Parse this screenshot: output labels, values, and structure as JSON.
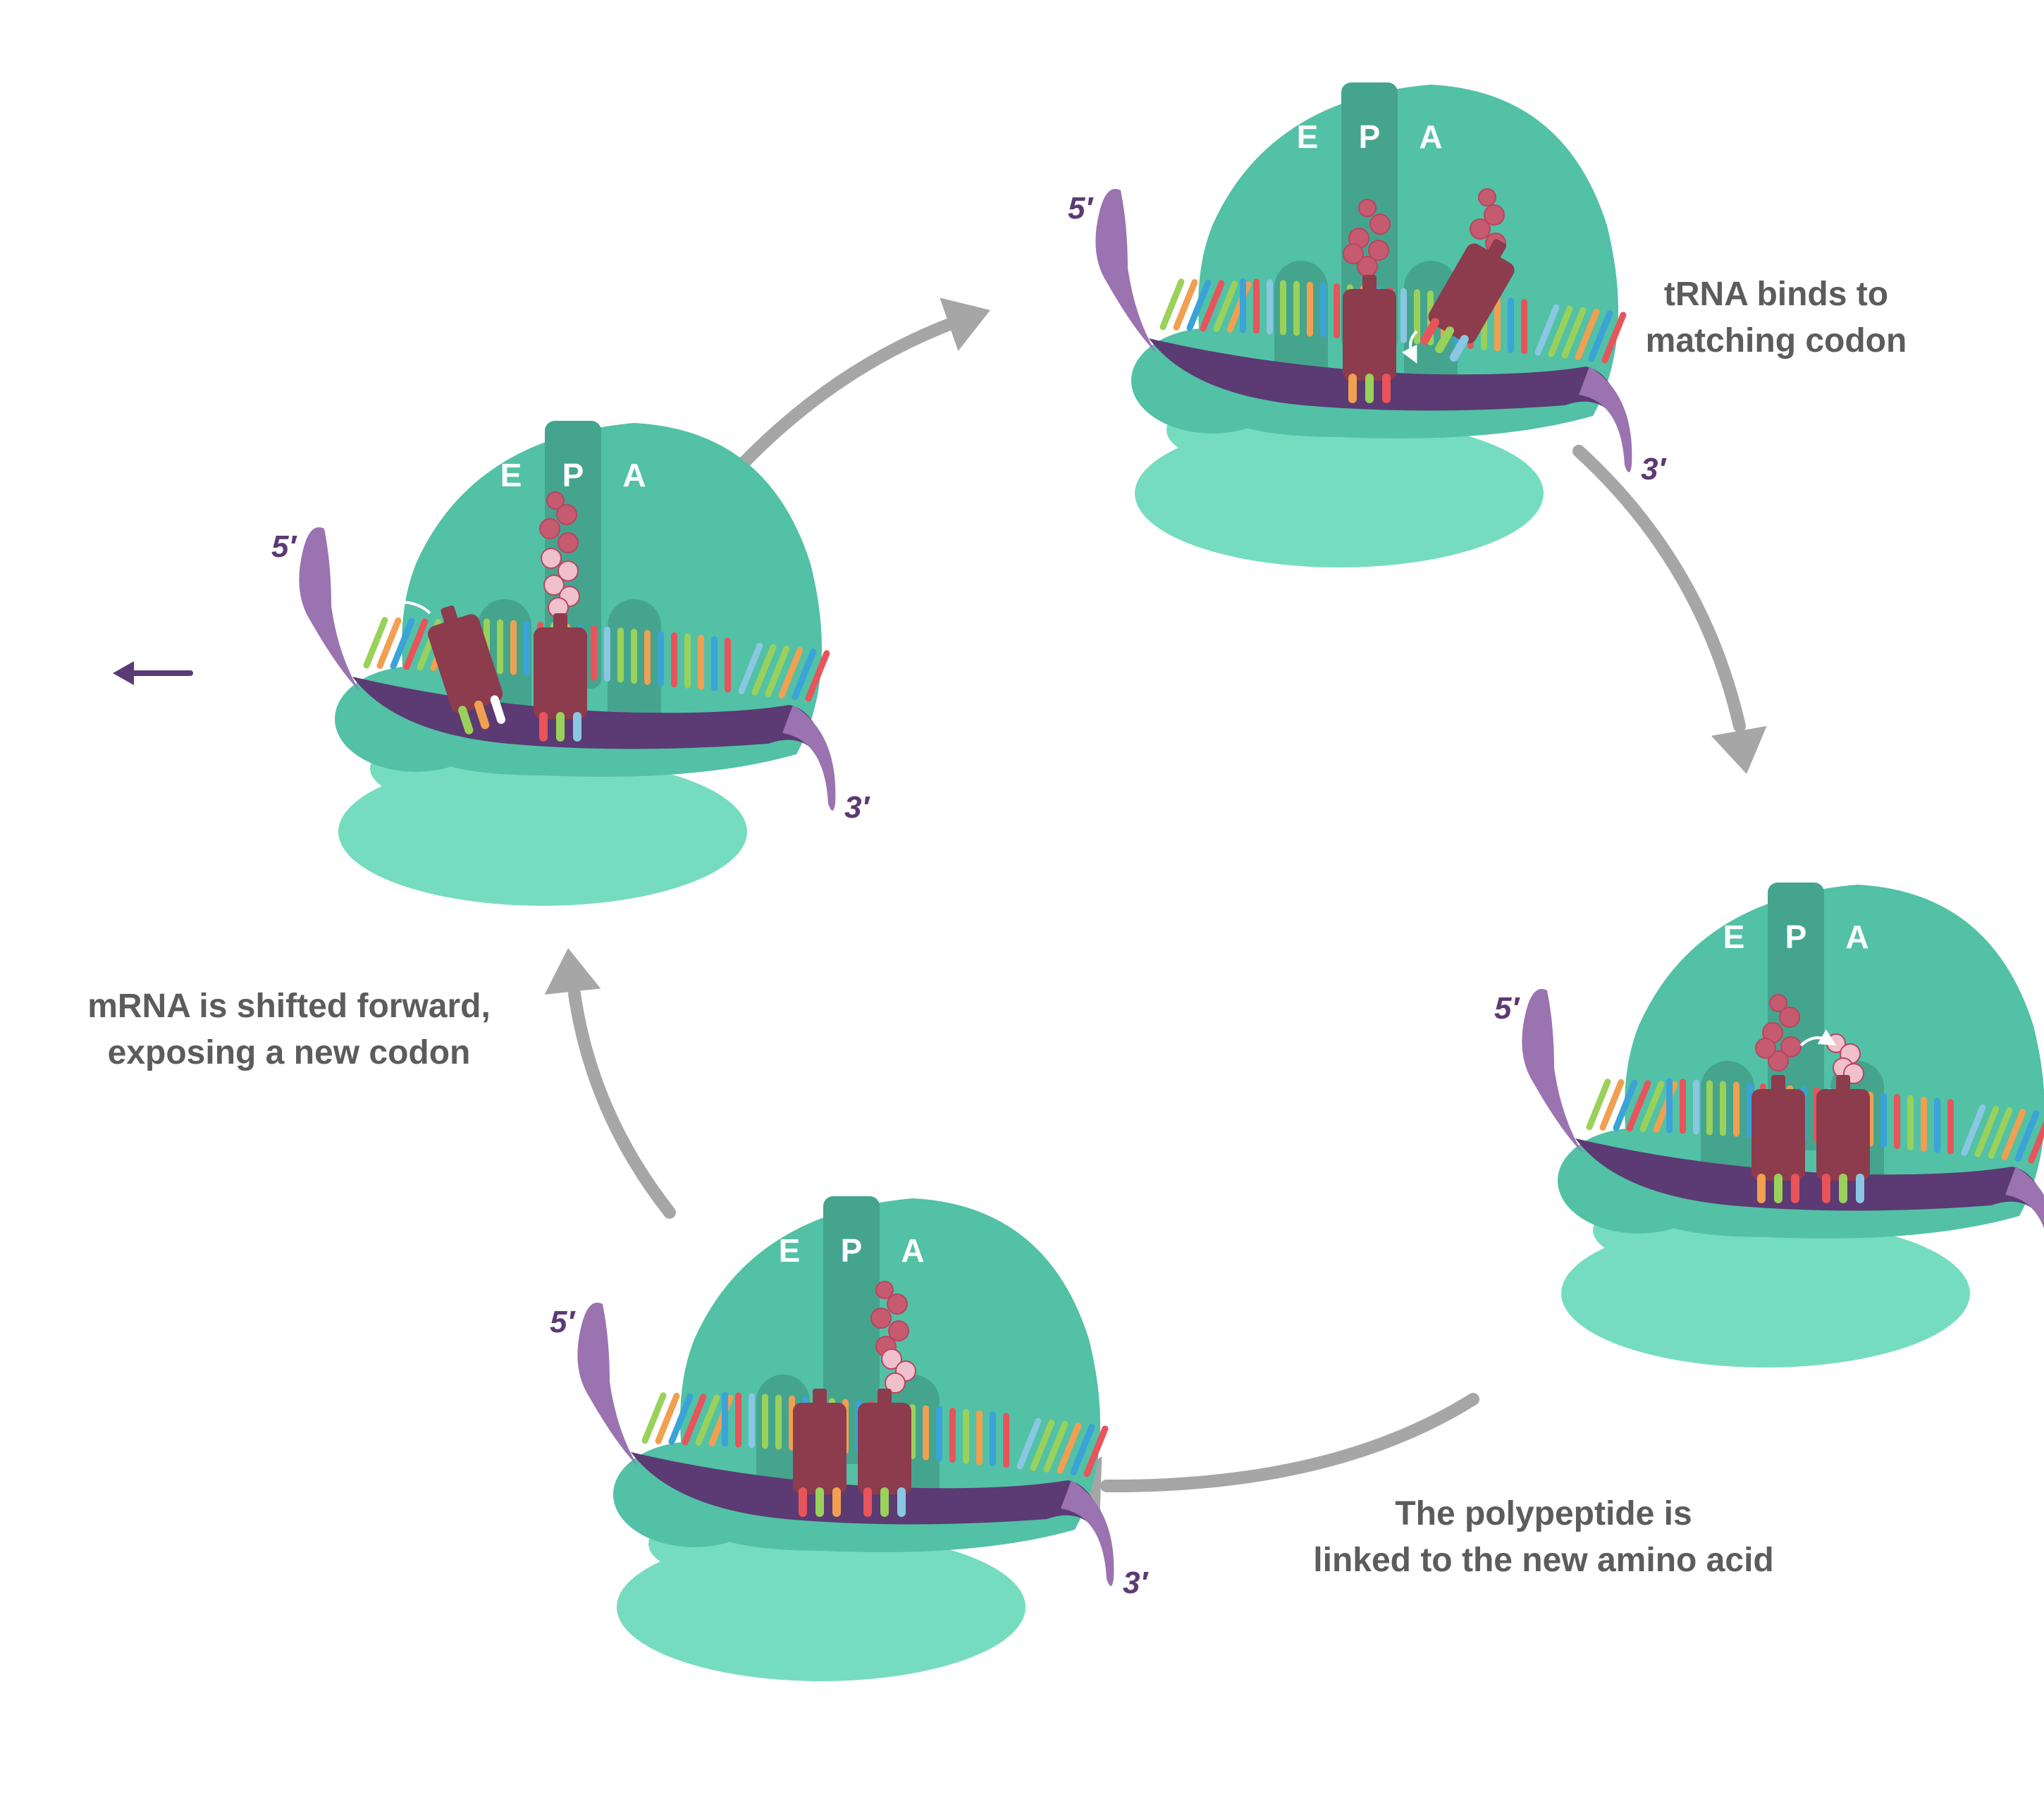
{
  "site_labels": [
    "E",
    "P",
    "A"
  ],
  "five_prime": "5′",
  "three_prime": "3′",
  "captions": {
    "bind": [
      "tRNA binds to",
      "matching codon"
    ],
    "link": [
      "The polypeptide is",
      "linked to the new amino acid"
    ],
    "shift": [
      "mRNA is shifted forward,",
      "exposing a new codon"
    ]
  },
  "colors": {
    "large_subunit": "#52c1a6",
    "small_subunit": "#76dcc0",
    "site_channel": "#45a48e",
    "mrna_backbone": "#5c3a73",
    "mrna_tail": "#9a73b0",
    "trna": "#8c3c4c",
    "amino_acid": "#c65b70",
    "new_amino_acid": "#f0c0cc",
    "arrow": "#a6a6a6",
    "prime_label": "#5c3a73",
    "caption": "#5c5c5c",
    "codon_palette": [
      "#9ad15a",
      "#f0a050",
      "#3aa3d8",
      "#e8545a",
      "#9ad15a",
      "#8ac7e3"
    ]
  },
  "icons": [
    "cycle-arrow",
    "exit-arrow",
    "trna-exit-arrow",
    "trna-entry-arrow",
    "peptide-transfer-arrow"
  ]
}
